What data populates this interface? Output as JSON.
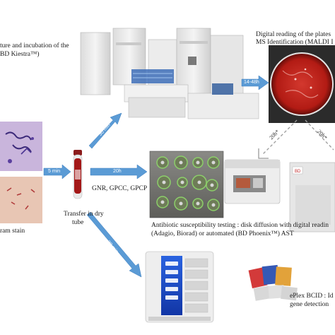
{
  "labels": {
    "culture_line1": "ture and incubation of the",
    "culture_line2": "BD Kiestra™)",
    "digital_line1": "Digital reading of the plates",
    "digital_line2": "MS Identification (MALDI I",
    "transfer_line1": "Transfer in dry",
    "transfer_line2": "tube",
    "gram_stain": "ram stain",
    "organisms": "GNR, GPCC, GPCP",
    "ast_line1": "Antibiotic susceptibility testing : disk diffusion with digital readin",
    "ast_line2": "(Adagio, Biorad) or automated (BD Phoenix™) AST",
    "eplex_line1": "ePlex BCID : Id",
    "eplex_line2": "gene detection"
  },
  "arrows": {
    "a_5min": "5 min",
    "a_30min_up": "30 min",
    "a_20h": "20h",
    "a_14_48h": "14-48h",
    "a_20h_left": "20h*",
    "a_20h_right": "20h*",
    "a_30min_down": "30 min"
  },
  "colors": {
    "arrow": "#5b9bd5",
    "arrow_edge": "#3f7fbf",
    "agar_red": "#c0221b",
    "blood_red": "#a31818",
    "screen_blue": "#1d4fd1",
    "stain_purple": "#7a5fb0",
    "stain_pink": "#e6b9a8"
  },
  "icons": {
    "automation_system": "lab-automation-system-icon",
    "agar_plate": "agar-plate-icon",
    "blood_tube": "blood-tube-icon",
    "disk_plate": "disk-diffusion-plate-icon",
    "maldi": "maldi-instrument-icon",
    "phoenix": "phoenix-instrument-icon",
    "eplex": "eplex-instrument-icon",
    "cartridges": "eplex-cartridges-icon"
  }
}
